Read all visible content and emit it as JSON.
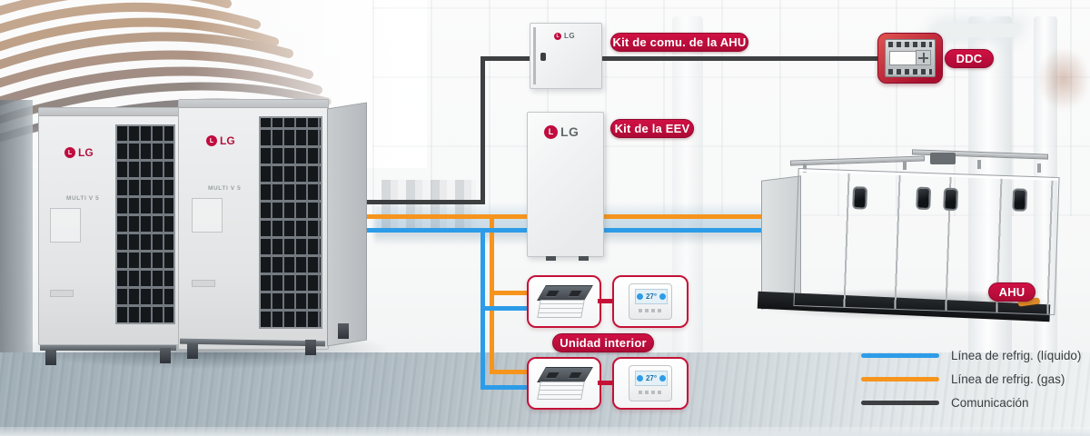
{
  "brand": "LG",
  "devices": {
    "outdoor": {
      "logo": "LG",
      "model": "MULTI V 5"
    },
    "comm_kit": {
      "label": "Kit de comu. de la AHU",
      "logo": "LG"
    },
    "eev_kit": {
      "label": "Kit de la EEV",
      "logo": "LG"
    },
    "ddc": {
      "label": "DDC"
    },
    "ahu": {
      "label": "AHU"
    },
    "indoor": {
      "label": "Unidad interior",
      "remote_temp": "27°"
    }
  },
  "legend": {
    "items": [
      {
        "label": "Línea de refrig. (líquido)",
        "color": "#2D9CE8"
      },
      {
        "label": "Línea de refrig. (gas)",
        "color": "#F6941D"
      },
      {
        "label": "Comunicación",
        "color": "#3D3F41"
      }
    ]
  },
  "colors": {
    "badge_red": "#C00C3F",
    "indoor_border": "#C41237",
    "line_liquid": "#2D9CE8",
    "line_gas": "#F6941D",
    "line_comm": "#3D3F41"
  }
}
